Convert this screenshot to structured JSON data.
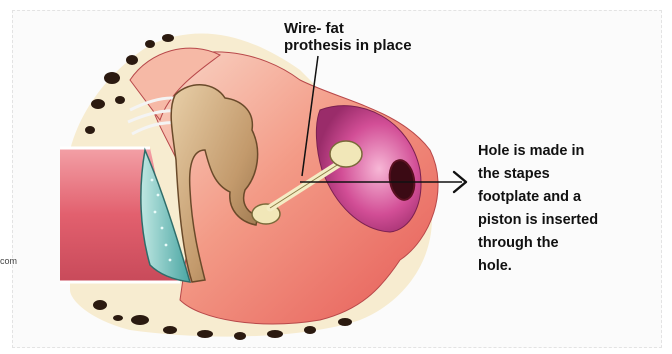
{
  "labels": {
    "wire_fat": "Wire- fat\nprothesis in place",
    "hole": "Hole is made in\nthe stapes\nfootplate and a\npiston is inserted\nthrough the\nhole.",
    "edge_fragment": "com"
  },
  "colors": {
    "tissue_pink": "#f08a7a",
    "tissue_light": "#f7c5b5",
    "bone_tan": "#c9a27a",
    "bone_dark": "#8a6a45",
    "eardrum_teal": "#7cc9c4",
    "oval_window_magenta": "#c83a8a",
    "canal_pink": "#e76c7c",
    "arrow_black": "#111111"
  }
}
